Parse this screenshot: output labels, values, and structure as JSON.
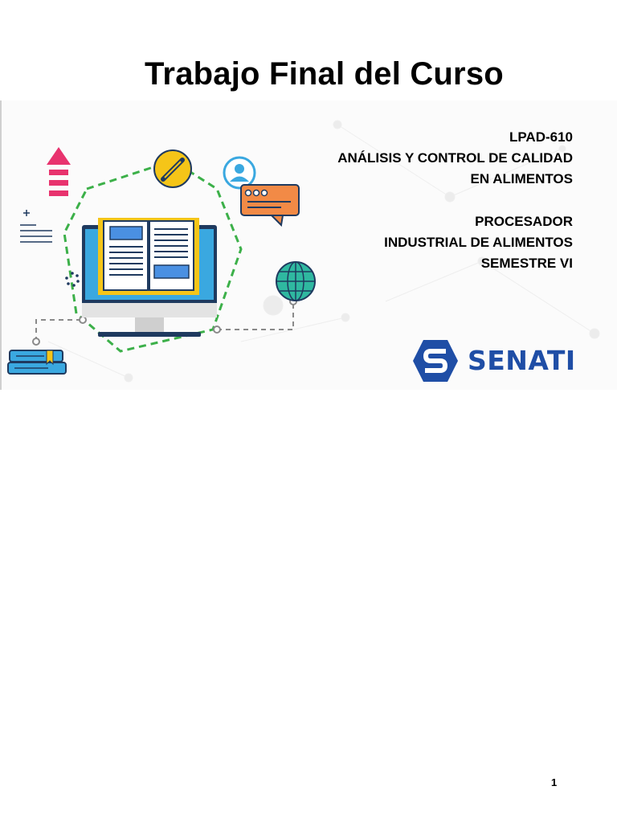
{
  "document": {
    "title": "Trabajo Final del Curso",
    "page_number": "1"
  },
  "course": {
    "code": "LPAD-610",
    "name_line1": "ANÁLISIS Y CONTROL DE CALIDAD",
    "name_line2": "EN ALIMENTOS",
    "program_line1": "PROCESADOR",
    "program_line2": "INDUSTRIAL DE ALIMENTOS",
    "semester": "SEMESTRE VI"
  },
  "logo": {
    "text": "SENATI",
    "color": "#1f4ea6"
  },
  "illustration": {
    "icons": [
      "upload-arrow-icon",
      "pencil-icon",
      "user-icon",
      "chat-bubble-icon",
      "document-lines-icon",
      "loading-icon",
      "globe-icon",
      "books-icon",
      "monitor-icon",
      "open-book-icon"
    ],
    "colors": {
      "pink": "#e8336e",
      "yellow": "#f5c518",
      "teal": "#2fb8a0",
      "orange": "#f28a46",
      "blue": "#3aa8e0",
      "navy": "#1f3a5f",
      "green_dashes": "#3cb049"
    }
  }
}
